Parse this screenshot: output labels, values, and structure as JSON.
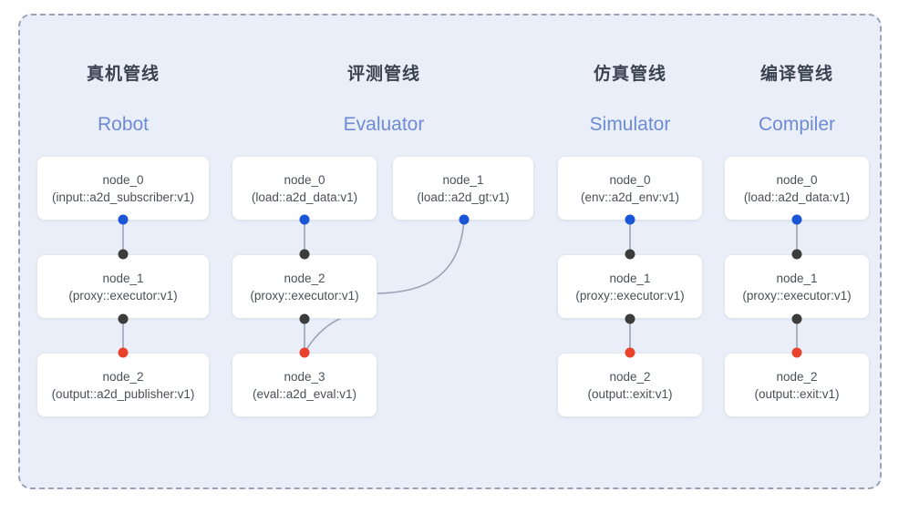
{
  "diagram": {
    "name": "pipeline-architecture-diagram",
    "background_color": "#e9eef8",
    "border_color": "#9aa3b5",
    "columns": [
      {
        "id": "robot",
        "title_cn": "真机管线",
        "title_en": "Robot",
        "nodes": [
          {
            "name": "node_0",
            "type": "(input::a2d_subscriber:v1)",
            "out_port": "blue",
            "in_port": null
          },
          {
            "name": "node_1",
            "type": "(proxy::executor:v1)",
            "out_port": "black",
            "in_port": "black"
          },
          {
            "name": "node_2",
            "type": "(output::a2d_publisher:v1)",
            "out_port": null,
            "in_port": "red"
          }
        ]
      },
      {
        "id": "evaluator",
        "title_cn": "评测管线",
        "title_en": "Evaluator",
        "nodes": [
          {
            "name": "node_0",
            "type": "(load::a2d_data:v1)",
            "out_port": "blue",
            "in_port": null
          },
          {
            "name": "node_2",
            "type": "(proxy::executor:v1)",
            "out_port": "black",
            "in_port": "black"
          },
          {
            "name": "node_3",
            "type": "(eval::a2d_eval:v1)",
            "out_port": null,
            "in_port": "red"
          }
        ],
        "extra_nodes": [
          {
            "name": "node_1",
            "type": "(load::a2d_gt:v1)",
            "out_port": "blue",
            "in_port": null
          }
        ]
      },
      {
        "id": "simulator",
        "title_cn": "仿真管线",
        "title_en": "Simulator",
        "nodes": [
          {
            "name": "node_0",
            "type": "(env::a2d_env:v1)",
            "out_port": "blue",
            "in_port": null
          },
          {
            "name": "node_1",
            "type": "(proxy::executor:v1)",
            "out_port": "black",
            "in_port": "black"
          },
          {
            "name": "node_2",
            "type": "(output::exit:v1)",
            "out_port": null,
            "in_port": "red"
          }
        ]
      },
      {
        "id": "compiler",
        "title_cn": "编译管线",
        "title_en": "Compiler",
        "nodes": [
          {
            "name": "node_0",
            "type": "(load::a2d_data:v1)",
            "out_port": "blue",
            "in_port": null
          },
          {
            "name": "node_1",
            "type": "(proxy::executor:v1)",
            "out_port": "black",
            "in_port": "black"
          },
          {
            "name": "node_2",
            "type": "(output::exit:v1)",
            "out_port": null,
            "in_port": "red"
          }
        ]
      }
    ],
    "port_colors": {
      "blue": "#1a56d6",
      "black": "#3c3c3c",
      "red": "#e8412c"
    },
    "edge_color": "#9aa5b8"
  }
}
